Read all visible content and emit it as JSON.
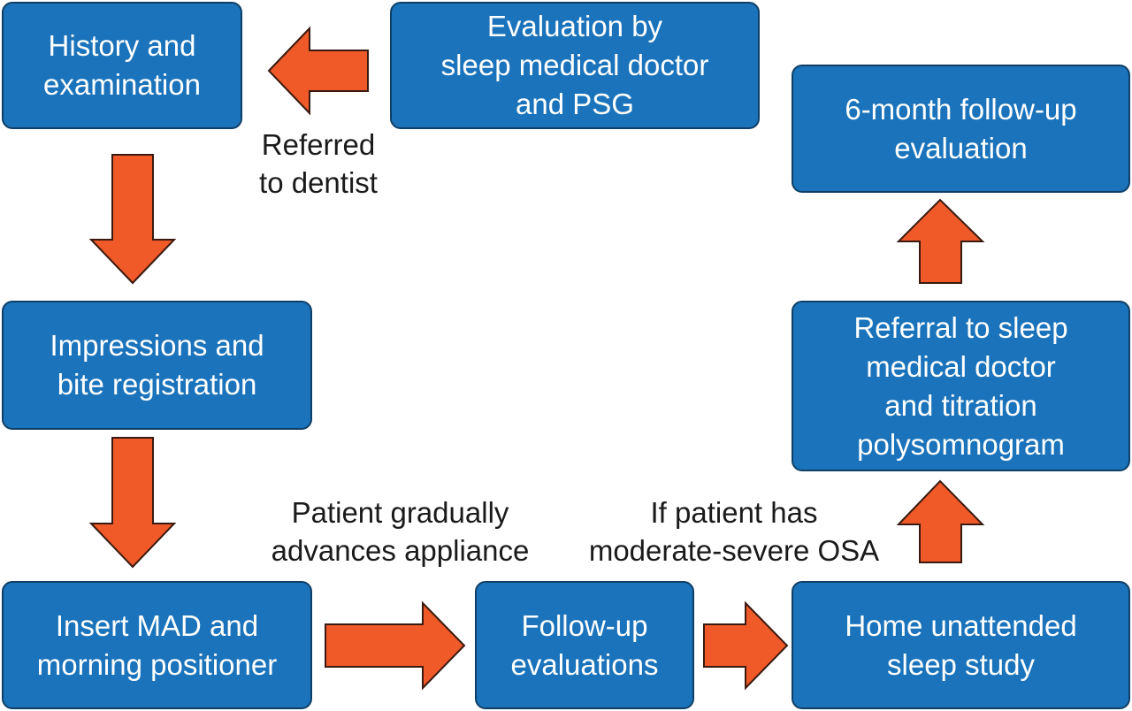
{
  "boxes": {
    "history": "History and\nexamination",
    "evaluation_sleep": "Evaluation by\nsleep medical doctor\nand PSG",
    "six_month": "6-month follow-up\nevaluation",
    "impressions": "Impressions and\nbite registration",
    "referral": "Referral to sleep\nmedical doctor\nand titration\npolysomnogram",
    "insert_mad": "Insert MAD and\nmorning positioner",
    "follow_up": "Follow-up\nevaluations",
    "home_study": "Home unattended\nsleep study"
  },
  "labels": {
    "referred": "Referred\nto dentist",
    "patient_advances": "Patient gradually\nadvances appliance",
    "if_patient": "If patient has\nmoderate-severe OSA"
  },
  "colors": {
    "box_fill": "#1a73bb",
    "box_border": "#0f3f66",
    "arrow_fill": "#f05a28",
    "text_on_box": "#ffffff",
    "label_text": "#1a1a1a"
  }
}
